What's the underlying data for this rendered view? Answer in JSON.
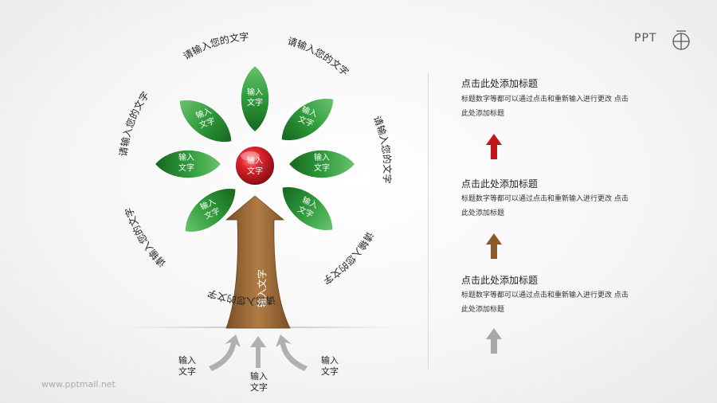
{
  "logo": {
    "text": "PPT"
  },
  "circle_text": [
    "请输入您的文字",
    "请输入您的文字",
    "请输入您的文字",
    "请输入您的文字",
    "请输入您的文字",
    "请输入您的文字",
    "请输入您的文字"
  ],
  "leaves": [
    "输入\n文字",
    "输入\n文字",
    "输入\n文字",
    "输入\n文字",
    "输入\n文字",
    "输入\n文字",
    "输入\n文字"
  ],
  "center": {
    "label": "输入\n文字"
  },
  "trunk": {
    "label": "输入文字"
  },
  "inputs": [
    "输入\n文字",
    "输入\n文字",
    "输入\n文字"
  ],
  "steps": [
    {
      "title": "点击此处添加标题",
      "desc": "标题数字等都可以通过点击和重新输入进行更改 点击此处添加标题",
      "arrow_color": "#c0161c"
    },
    {
      "title": "点击此处添加标题",
      "desc": "标题数字等都可以通过点击和重新输入进行更改 点击此处添加标题",
      "arrow_color": "#8a5a2b"
    },
    {
      "title": "点击此处添加标题",
      "desc": "标题数字等都可以通过点击和重新输入进行更改 点击此处添加标题",
      "arrow_color": "#a8a8a8"
    }
  ],
  "watermark": "www.pptmall.net",
  "colors": {
    "leaf": "#2e9a3a",
    "leaf_dark": "#17651f",
    "center": "#c4161c",
    "trunk": "#9a6a38"
  }
}
